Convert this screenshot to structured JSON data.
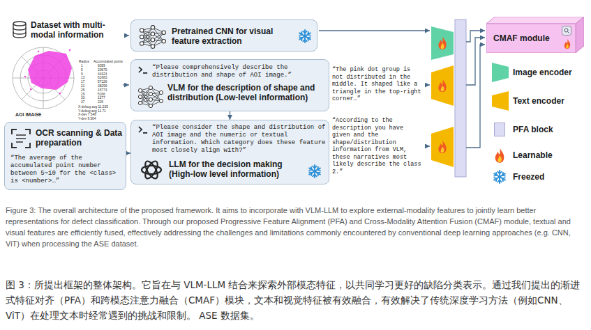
{
  "diagram": {
    "caption": "Figure 3: The overall architecture of the proposed framework. It aims to incorporate with VLM-LLM to explore external-modality features to jointly learn better representations for defect classification. Through our proposed Progressive Feature Alignment (PFA) and Cross-Modality Attention Fusion (CMAF) module, textual and visual features are efficiently fused, effectively addressing the challenges and limitations commonly encountered by conventional deep learning approaches (e.g. CNN, ViT) when processing the ASE dataset.",
    "nodes": [
      {
        "text": [
          "Pretrained CNN for visual feature extraction"
        ]
      },
      {
        "text": [
          "“Please comprehensively describe the distribution and shape of AOI image.”",
          "VLM for the description of shape and distribution (Low-level information)"
        ]
      },
      {
        "text": [
          "OCR scanning & Data preparation",
          "“The average of the accumulated point number between 5~10 for the <class> is <number>…”"
        ]
      },
      {
        "text": [
          "“Please consider the shape and distribution of AOI image and the numeric or textual information. Which category does these feature most closely align with?”",
          "LLM for the decision making (High-low level information)"
        ]
      },
      {
        "text": [
          "CMAF module"
        ]
      }
    ],
    "edges": [
      {
        "from": 2,
        "to": 3,
        "arrow": "to"
      },
      {
        "from": 1,
        "to": 3,
        "arrow": "to"
      }
    ],
    "labels": [
      "Dataset with multi-modal information",
      "AOI IMAGE",
      "Radius",
      "Accumulated points",
      "1",
      "6059",
      "5",
      "20875",
      "9",
      "44323",
      "13",
      "61683",
      "17",
      "57126",
      "21",
      "38299",
      "25",
      "15773",
      "29",
      "5166",
      "33",
      "1277",
      "37",
      "229",
      "X-debug avg 11.235",
      "Y-debug avg 11.71",
      "X-dev 7.548",
      "Y-dev 9.564",
      "“The pink dot group is not distributed in the middle. It shaped like a triangle in the top-right corner…”",
      "“According to the description you have given and the shape/distribution information from VLM, these narratives most likely describe the class 2.”",
      "图 3：所提出框架的整体架构。它旨在与 VLM-LLM 结合来探索外部模态特征，以共同学习更好的缺陷分类表示。通过我们提出的渐进式特征对齐（PFA）和跨模态注意力融合（CMAF）模块，文本和视觉特征被有效融合，有效解决了传统深度学习方法（例如CNN、ViT）在处理文本时经常遇到的挑战和限制。 ASE 数据集。"
    ],
    "legend": [
      {
        "text": "Image encoder"
      },
      {
        "text": "Text encoder"
      },
      {
        "text": "PFA block",
        "color": "#dcdcf4"
      },
      {
        "text": "Learnable"
      },
      {
        "text": "Freezed"
      }
    ]
  }
}
